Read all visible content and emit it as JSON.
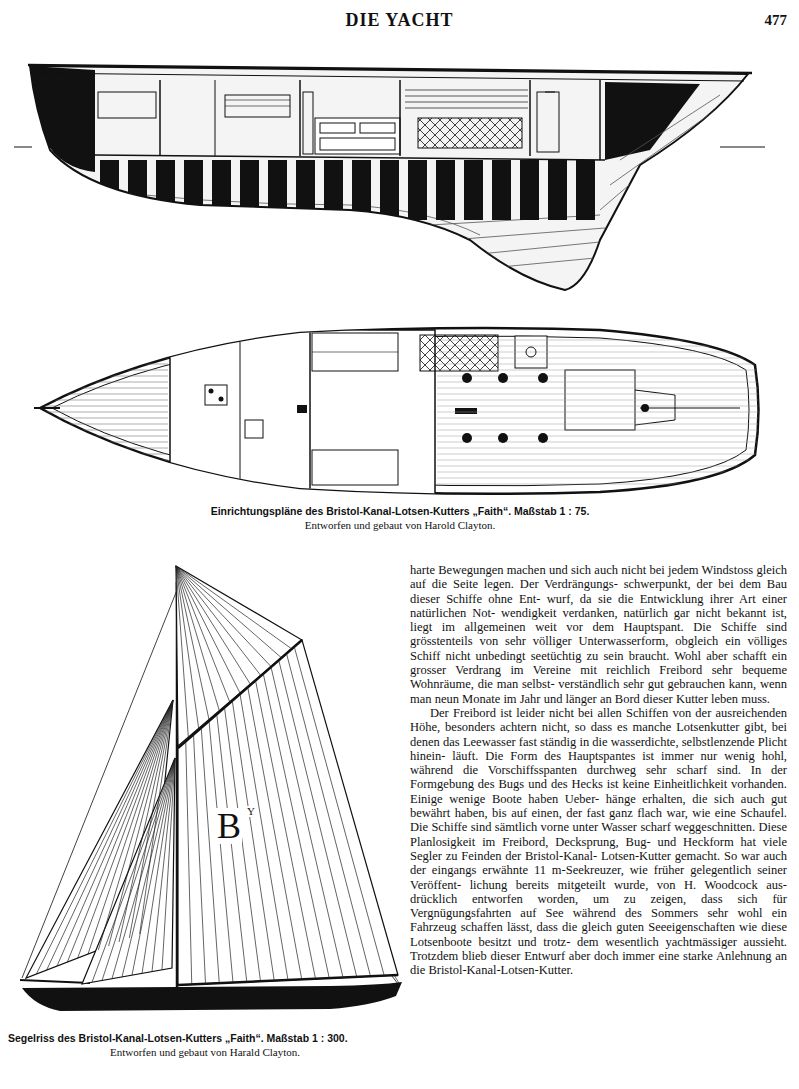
{
  "diagram": {
    "title": "DIE YACHT",
    "labels": [
      "477",
      "Einrichtungspläne des Bristol-Kanal-Lotsen-Kutters „Faith“. Maßstab 1 : 75.",
      "Entworfen und gebaut von Harold Clayton.",
      "B",
      "Y",
      "harte Bewegungen machen und sich auch nicht bei jedem Windstoss gleich auf die Seite legen. Der Verdrängungs- schwerpunkt, der bei dem Bau dieser Schiffe ohne Ent- wurf, da sie die Entwicklung ihrer Art einer natürlichen Not- wendigkeit verdanken, natürlich gar nicht bekannt ist, liegt im allgemeinen weit vor dem Hauptspant. Die Schiffe sind grösstenteils von sehr völliger Unterwasserform, obgleich ein völliges Schiff nicht unbedingt seetüchtig zu sein braucht. Wohl aber schafft ein grosser Verdrang im Vereine mit reichlich Freibord sehr bequeme Wohnräume, die man selbst- verständlich sehr gut gebrauchen kann, wenn man neun Monate im Jahr und länger an Bord dieser Kutter leben muss.",
      "Der Freibord ist leider nicht bei allen Schiffen von der ausreichenden Höhe, besonders achtern nicht, so dass es manche Lotsenkutter gibt, bei denen das Leewasser fast ständig in die wasserdichte, selbstlenzende Plicht hinein- läuft. Die Form des Hauptspantes ist immer nur wenig hohl, während die Vorschiffsspanten durchweg sehr scharf sind. In der Formgebung des Bugs und des Hecks ist keine Einheitlichkeit vorhanden. Einige wenige Boote haben Ueber- hänge erhalten, die sich auch gut bewährt haben, bis auf einen, der fast ganz flach war, wie eine Schaufel. Die Schiffe sind sämtlich vorne unter Wasser scharf weggeschnitten. Diese Planlosigkeit im Freibord, Decksprung, Bug- und Heckform hat viele Segler zu Feinden der Bristol-Kanal- Lotsen-Kutter gemacht. So war auch der eingangs erwähnte 11 m-Seekreuzer, wie früher gelegentlich seiner Veröffent- lichung bereits mitgeteilt wurde, von H. Woodcock aus- drücklich entworfen worden, um zu zeigen, dass sich für Vergnügungsfahrten auf See während des Sommers sehr wohl ein Fahrzeug schaffen lässt, dass die gleich guten Seeeigenschaften wie diese Lotsenboote besitzt und trotz- dem wesentlich yachtmässiger aussieht. Trotzdem blieb dieser Entwurf aber doch immer eine starke Anlehnung an die Bristol-Kanal-Lotsen-Kutter.",
      "Segelriss des Bristol-Kanal-Lotsen-Kutters „Faith“. Maßstab 1 : 300.",
      "Entworfen und gebaut von Harald Clayton."
    ]
  }
}
